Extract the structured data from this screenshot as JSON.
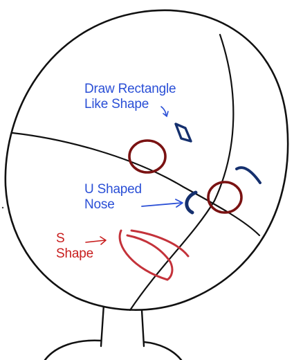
{
  "annotations": {
    "rectangle": {
      "line1": "Draw Rectangle",
      "line2": "Like Shape"
    },
    "nose": {
      "line1": "U  Shaped",
      "line2": "Nose"
    },
    "mouth": {
      "line1": "S",
      "line2": "Shape"
    }
  },
  "colors": {
    "outline": "#111111",
    "eye": "#7a1212",
    "brow": "#15306e",
    "blue_text": "#2a4fd6",
    "red_text": "#c81e1e",
    "mouth": "#c4323a"
  }
}
